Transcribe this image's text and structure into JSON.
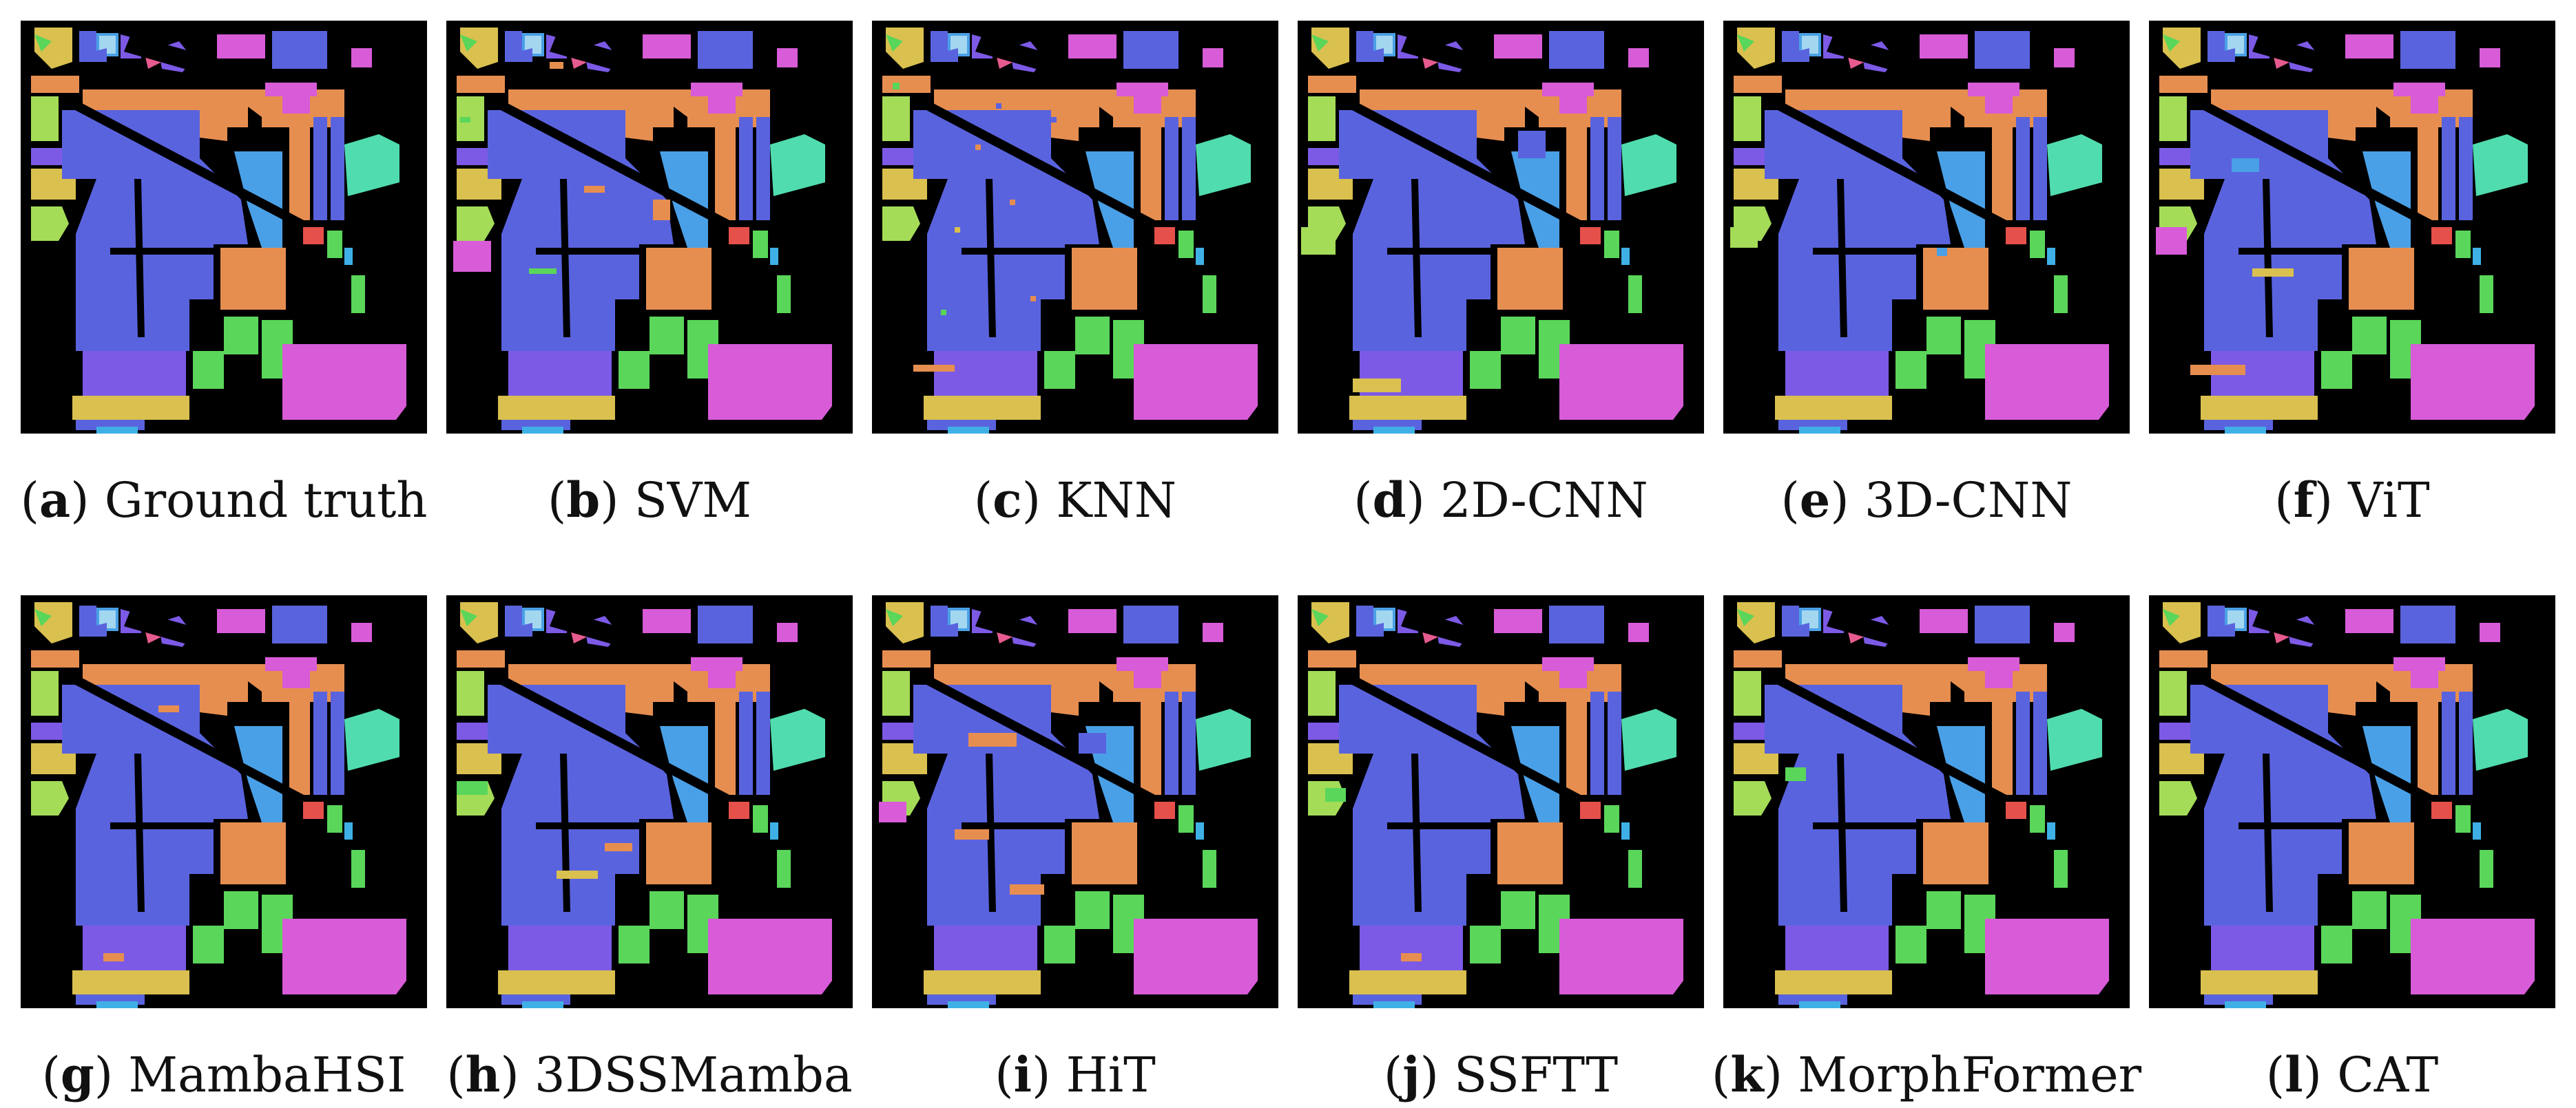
{
  "figure": {
    "panels": [
      {
        "letter": "a",
        "label": "Ground truth"
      },
      {
        "letter": "b",
        "label": "SVM"
      },
      {
        "letter": "c",
        "label": "KNN"
      },
      {
        "letter": "d",
        "label": "2D-CNN"
      },
      {
        "letter": "e",
        "label": "3D-CNN"
      },
      {
        "letter": "f",
        "label": "ViT"
      },
      {
        "letter": "g",
        "label": "MambaHSI"
      },
      {
        "letter": "h",
        "label": "3DSSMamba"
      },
      {
        "letter": "i",
        "label": "HiT"
      },
      {
        "letter": "j",
        "label": "SSFTT"
      },
      {
        "letter": "k",
        "label": "MorphFormer"
      },
      {
        "letter": "l",
        "label": "CAT"
      }
    ],
    "class_colors": [
      "#d9c04f",
      "#e68e50",
      "#5a63de",
      "#4aa0e6",
      "#5ad65a",
      "#a4dc58",
      "#d85bd8",
      "#7c5ae6",
      "#50dcae",
      "#e65b8f",
      "#e6504a",
      "#3fb0e6",
      "#a3d7f0"
    ]
  }
}
